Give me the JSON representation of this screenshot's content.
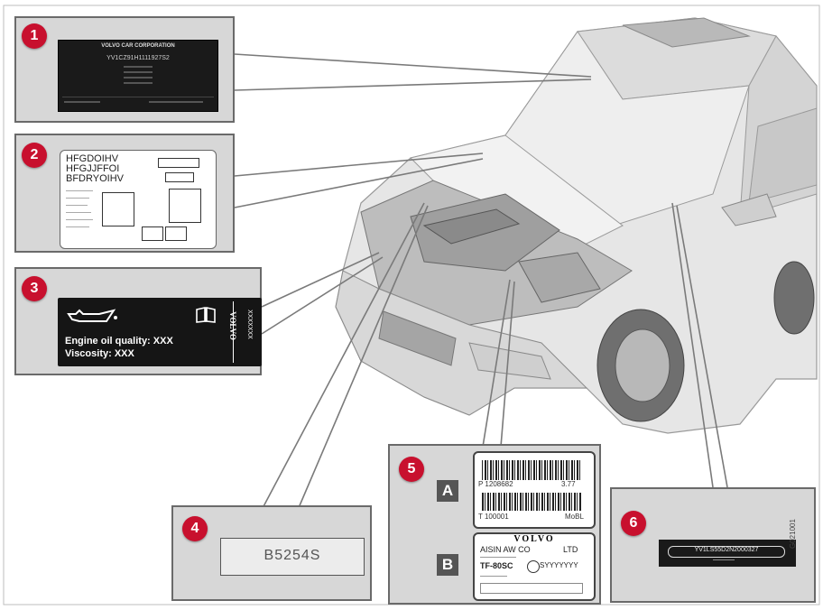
{
  "colors": {
    "marker": "#c8102e",
    "panel": "#d7d7d7",
    "label_dark": "#1a1a1a",
    "car": "#e4e4e4"
  },
  "markers": [
    "1",
    "2",
    "3",
    "4",
    "5",
    "6"
  ],
  "sublabels": [
    "A",
    "B"
  ],
  "label1": {
    "header": "VOLVO CAR CORPORATION",
    "vin": "YV1CZ91H1111927S2"
  },
  "label2": {
    "lines": [
      "HFGDOIHV",
      "HFGJJFFOI",
      "BFDRYOIHV"
    ]
  },
  "label3": {
    "quality": "Engine oil quality: XXX",
    "viscosity": "Viscosity: XXX",
    "brand": "VOLVO",
    "code": "XXXXXXX",
    "icons": [
      "oil-can-icon",
      "manual-book-icon"
    ]
  },
  "label4": {
    "engine_code": "B5254S"
  },
  "label5": {
    "a": {
      "p_code": "P 1208682",
      "value": "3.77",
      "t_code": "T 100001",
      "suffix": "MoBL"
    },
    "b": {
      "brand": "VOLVO",
      "maker": "AISIN AW CO",
      "ltd": "LTD",
      "model": "TF-80SC",
      "serial": "SYYYYYYY"
    }
  },
  "label6": {
    "vin": "YV1LS55D2N2000327"
  },
  "figure_code": "G021001"
}
